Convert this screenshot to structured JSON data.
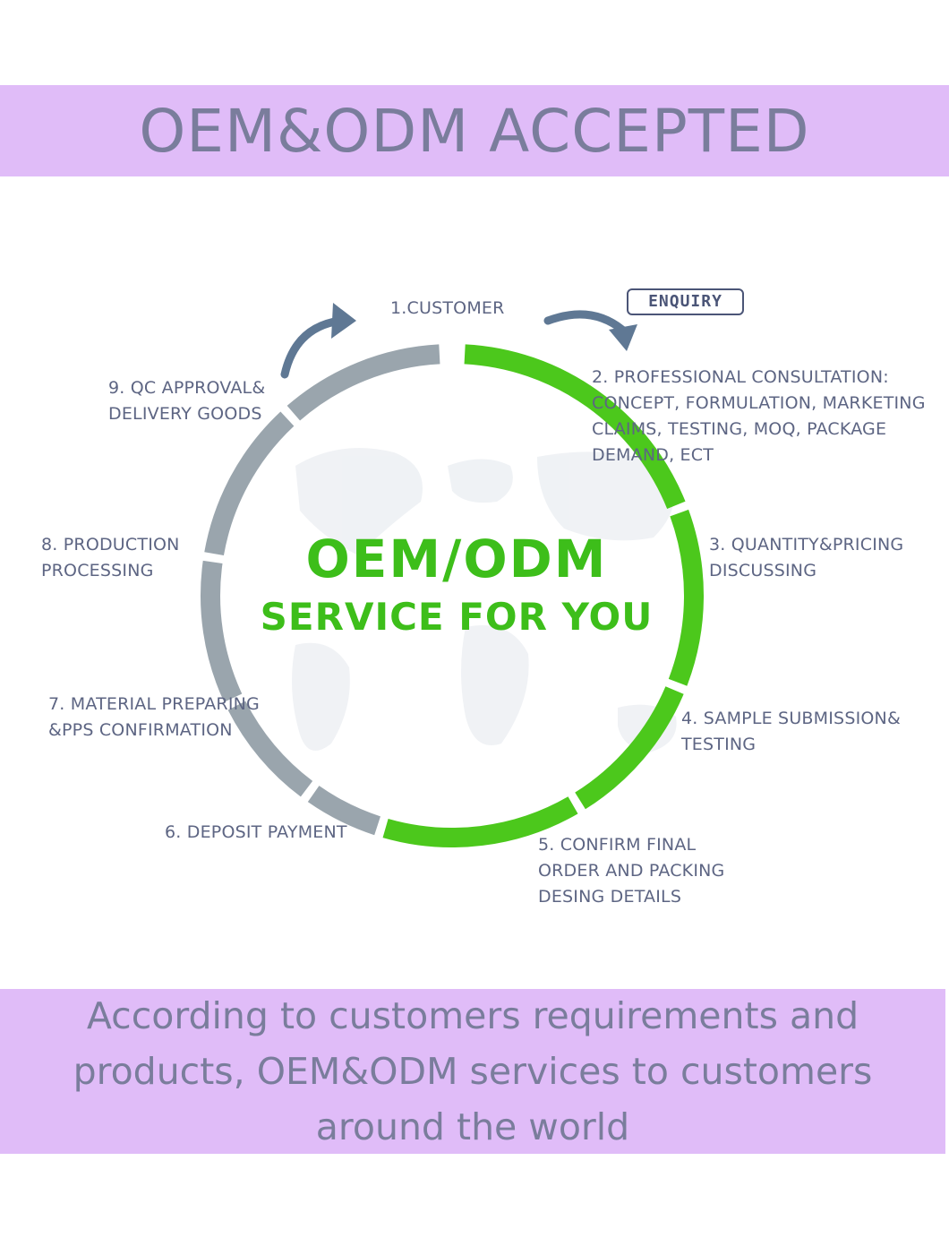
{
  "header": {
    "title": "OEM&ODM ACCEPTED"
  },
  "center": {
    "line1": "OEM/ODM",
    "line2": "SERVICE FOR YOU"
  },
  "enquiry_badge": "ENQUIRY",
  "steps": [
    {
      "label": "1.CUSTOMER"
    },
    {
      "label": "2. PROFESSIONAL CONSULTATION:\nCONCEPT, FORMULATION, MARKETING\nCLAIMS, TESTING, MOQ, PACKAGE\nDEMAND, ECT"
    },
    {
      "label": "3. QUANTITY&PRICING\nDISCUSSING"
    },
    {
      "label": "4. SAMPLE SUBMISSION&\nTESTING"
    },
    {
      "label": "5. CONFIRM FINAL\nORDER AND PACKING\nDESING DETAILS"
    },
    {
      "label": "6. DEPOSIT PAYMENT"
    },
    {
      "label": "7. MATERIAL PREPARING\n&PPS CONFIRMATION"
    },
    {
      "label": "8. PRODUCTION\nPROCESSING"
    },
    {
      "label": "9. QC APPROVAL&\nDELIVERY GOODS"
    }
  ],
  "footer": {
    "caption": "According to customers requirements and products, OEM&ODM services to customers around the world"
  },
  "colors": {
    "banner": "#e0bcf8",
    "banner_text": "#7a7d9c",
    "ring_done": "#4cc81c",
    "ring_pending": "#9aa5ad",
    "arrow": "#5f7894",
    "step_text": "#5d6583",
    "center_text": "#3dbe1a"
  }
}
